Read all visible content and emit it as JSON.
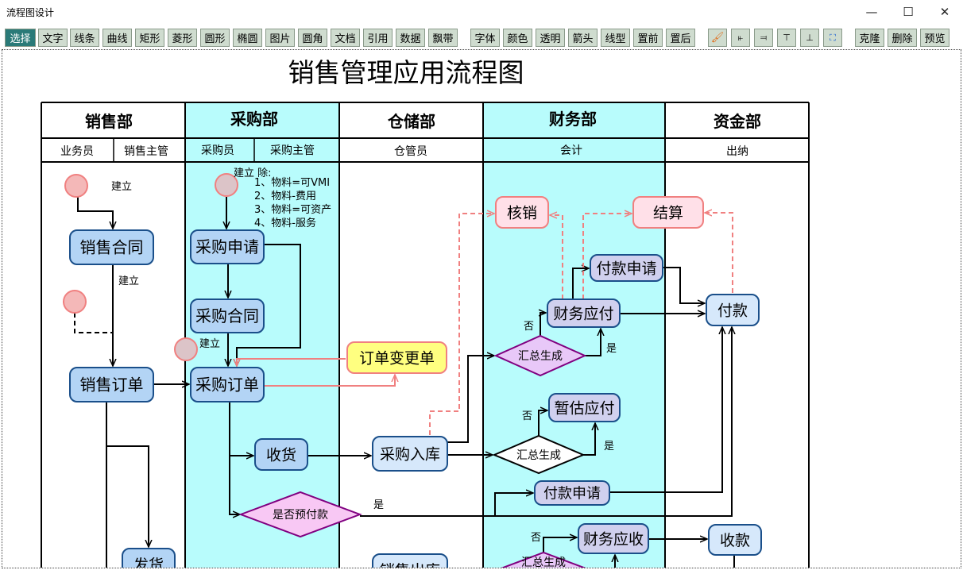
{
  "window": {
    "title": "流程图设计",
    "min": "—",
    "max": "☐",
    "close": "✕"
  },
  "toolbar": {
    "group1": [
      "选择",
      "文字",
      "线条",
      "曲线",
      "矩形",
      "菱形",
      "圆形",
      "椭圆",
      "图片",
      "圆角",
      "文档",
      "引用",
      "数据",
      "飘带"
    ],
    "group2": [
      "字体",
      "颜色",
      "透明",
      "箭头",
      "线型",
      "置前",
      "置后"
    ],
    "icons": [
      "paint-brush",
      "align-left",
      "align-right",
      "align-top",
      "align-bottom",
      "select-frame"
    ],
    "group3": [
      "克隆",
      "删除",
      "预览"
    ],
    "selected": "选择"
  },
  "diagram": {
    "title": "销售管理应用流程图",
    "departments": [
      "销售部",
      "采购部",
      "仓储部",
      "财务部",
      "资金部"
    ],
    "roles": [
      "业务员",
      "销售主管",
      "采购员",
      "采购主管",
      "仓管员",
      "会计",
      "出纳"
    ],
    "notes": {
      "create": "建立",
      "create_except": "建立 除:",
      "n1": "1、物料=可VMI",
      "n2": "2、物料-费用",
      "n3": "3、物料=可资产",
      "n4": "4、物料-服务",
      "yes": "是",
      "no": "否"
    },
    "nodes": {
      "sales_contract": "销售合同",
      "sales_order": "销售订单",
      "purchase_request": "采购申请",
      "purchase_contract": "采购合同",
      "purchase_order": "采购订单",
      "receive": "收货",
      "purchase_in": "采购入库",
      "ship": "发货",
      "sales_out": "销售出库",
      "order_change": "订单变更单",
      "writeoff": "核销",
      "settle": "结算",
      "pay_request1": "付款申请",
      "ap": "财务应付",
      "pay": "付款",
      "ap_est": "暂估应付",
      "pay_request2": "付款申请",
      "ar": "财务应收",
      "collect": "收款",
      "sum1": "汇总生成",
      "sum2": "汇总生成",
      "sum3": "汇总生成",
      "prepay": "是否预付款"
    },
    "colors": {
      "lane_cyan": "#b8fcfc",
      "node_blue": "#b3d4f5",
      "node_light": "#d6e8fb",
      "node_purple": "#d0d0ee",
      "node_pink": "#ffe0e8",
      "node_yellow": "#ffff80",
      "diamond_purple": "#e8c8f8",
      "start_circle": "#f4b8b8",
      "dashed_pink": "#f08080"
    }
  }
}
